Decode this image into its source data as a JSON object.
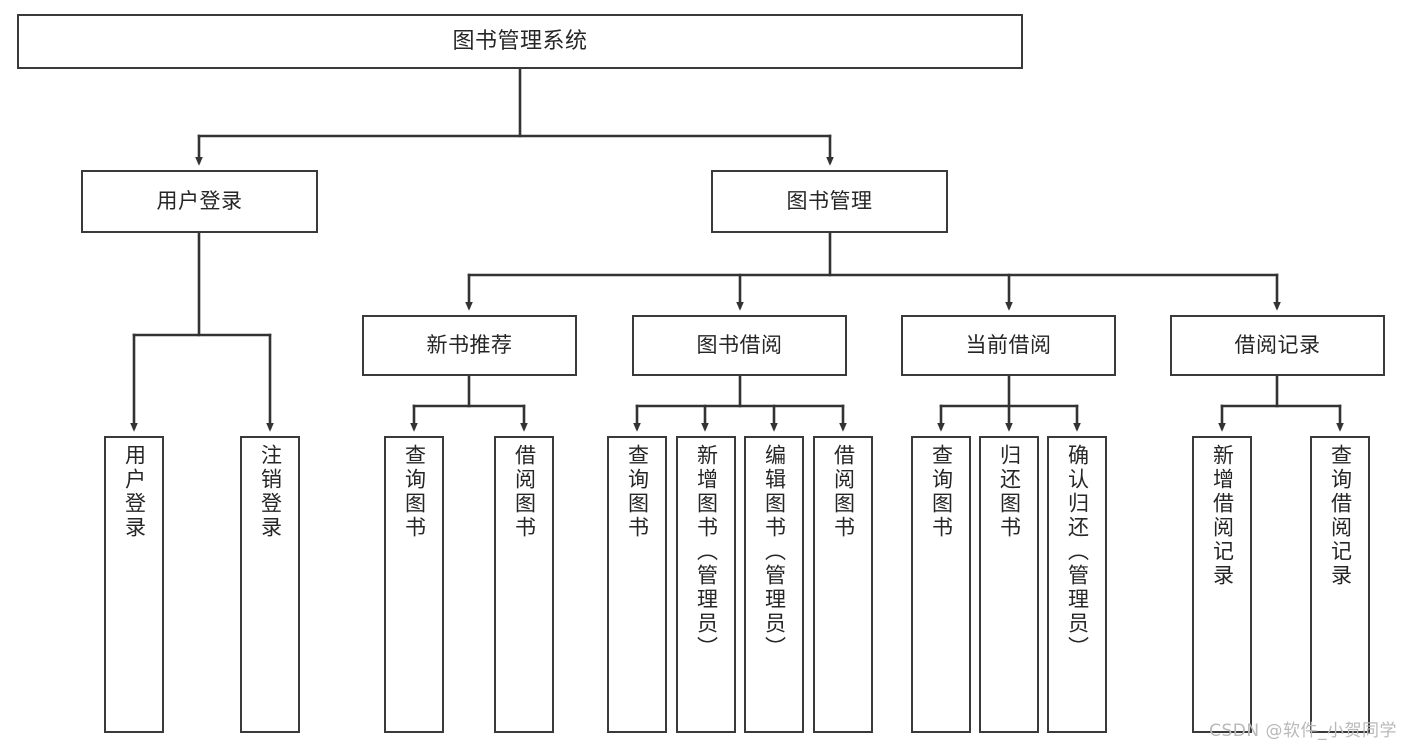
{
  "diagram": {
    "title": "图书管理系统",
    "type": "tree",
    "watermark": "CSDN @软件_小贺同学",
    "colors": {
      "box_border": "#3a3a3a",
      "box_fill": "#ffffff",
      "connector": "#333333",
      "text": "#262626",
      "watermark": "#b9b9b9",
      "background": "#ffffff"
    },
    "nodes": {
      "root": {
        "label": "图书管理系统"
      },
      "level2": [
        {
          "id": "user-login",
          "label": "用户登录"
        },
        {
          "id": "book-manage",
          "label": "图书管理"
        }
      ],
      "level3": [
        {
          "id": "new-book-rec",
          "label": "新书推荐"
        },
        {
          "id": "book-borrow",
          "label": "图书借阅"
        },
        {
          "id": "current-borrow",
          "label": "当前借阅"
        },
        {
          "id": "borrow-record",
          "label": "借阅记录"
        }
      ],
      "leaves": {
        "user-login": [
          {
            "id": "leaf-user-login",
            "label": "用户登录"
          },
          {
            "id": "leaf-user-logout",
            "label": "注销登录"
          }
        ],
        "new-book-rec": [
          {
            "id": "leaf-query-book-1",
            "label": "查询图书"
          },
          {
            "id": "leaf-borrow-book-1",
            "label": "借阅图书"
          }
        ],
        "book-borrow": [
          {
            "id": "leaf-query-book-2",
            "label": "查询图书"
          },
          {
            "id": "leaf-add-book",
            "label": "新增图书（管理员）"
          },
          {
            "id": "leaf-edit-book",
            "label": "编辑图书（管理员）"
          },
          {
            "id": "leaf-borrow-book-2",
            "label": "借阅图书"
          }
        ],
        "current-borrow": [
          {
            "id": "leaf-query-book-3",
            "label": "查询图书"
          },
          {
            "id": "leaf-return-book",
            "label": "归还图书"
          },
          {
            "id": "leaf-confirm-return",
            "label": "确认归还（管理员）"
          }
        ],
        "borrow-record": [
          {
            "id": "leaf-add-record",
            "label": "新增借阅记录"
          },
          {
            "id": "leaf-query-record",
            "label": "查询借阅记录"
          }
        ]
      }
    }
  }
}
